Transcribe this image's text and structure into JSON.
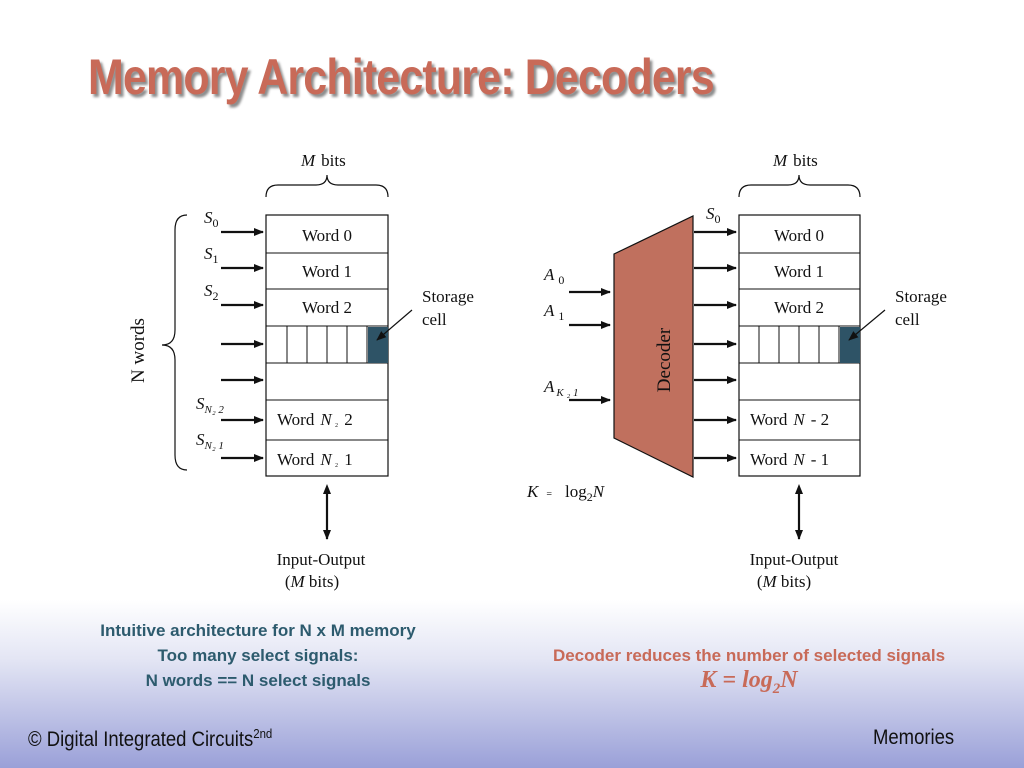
{
  "slide": {
    "title": "Memory Architecture: Decoders",
    "footer_left": "© Digital Integrated Circuits",
    "footer_left_sup": "2nd",
    "footer_right": "Memories"
  },
  "left_diagram": {
    "m_italic": "M",
    "bits": "bits",
    "selects": [
      "S",
      "S",
      "S",
      "S",
      "S"
    ],
    "select_subs": [
      "0",
      "1",
      "2",
      "N₂ 2",
      "N₂ 1"
    ],
    "words_label": "N words",
    "rows": [
      "Word 0",
      "Word 1",
      "Word 2"
    ],
    "row_word": "Word",
    "row_n": "N",
    "row_sep": "₂",
    "row_tails": [
      "2",
      "1"
    ],
    "storage_line1": "Storage",
    "storage_line2": "cell",
    "io_line1": "Input-Output",
    "io_open": "(",
    "io_m": "M",
    "io_close": " bits)"
  },
  "right_diagram": {
    "m_italic": "M",
    "bits": "bits",
    "s0": "S",
    "s0_sub": "0",
    "decoder_label": "Decoder",
    "address_inputs": [
      "A",
      "A",
      "A"
    ],
    "address_subs": [
      "0",
      "1",
      "K ₂ 1"
    ],
    "rows": [
      "Word 0",
      "Word 1",
      "Word 2"
    ],
    "row_word": "Word",
    "row_n": "N",
    "row_ops": [
      "- 2",
      "- 1"
    ],
    "storage_line1": "Storage",
    "storage_line2": "cell",
    "k_label": "K",
    "k_eq": "=",
    "k_log": "log",
    "k_log_sub": "2",
    "k_n": "N",
    "io_line1": "Input-Output",
    "io_open": "(",
    "io_m": "M",
    "io_close": " bits)"
  },
  "captions": {
    "left": [
      "Intuitive architecture for N x M memory",
      "Too many select signals:",
      "N words == N select signals"
    ],
    "right_line1": "Decoder reduces the number of selected signals",
    "right_formula_pre": "K = log",
    "right_formula_sub": "2",
    "right_formula_post": "N"
  },
  "colors": {
    "title": "#c86a58",
    "decoder_fill": "#c0705e",
    "storage_cell": "#2e5366",
    "caption_left": "#2d5b6e",
    "caption_right": "#c86a58"
  }
}
